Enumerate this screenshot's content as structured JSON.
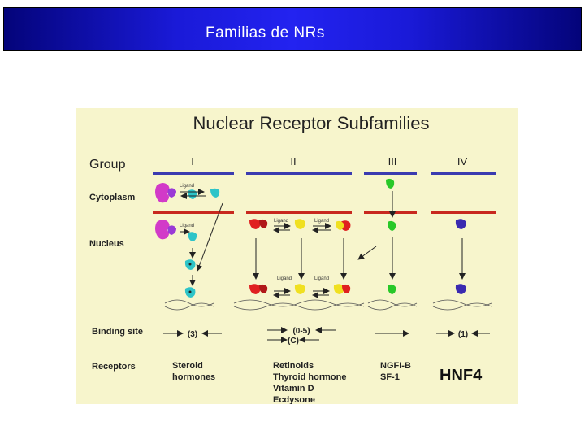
{
  "slide": {
    "title": "Familias de NRs"
  },
  "figure": {
    "title": "Nuclear Receptor Subfamilies",
    "row_labels": {
      "group": "Group",
      "cytoplasm": "Cytoplasm",
      "nucleus": "Nucleus",
      "binding_site": "Binding site",
      "receptors": "Receptors"
    },
    "groups": [
      "I",
      "II",
      "III",
      "IV"
    ],
    "ligand_label": "Ligand",
    "binding_sites": {
      "g1": "(3)",
      "g2a": "(0-5)",
      "g2b": "(C)",
      "g4": "(1)"
    },
    "receptors": {
      "g1": [
        "Steroid",
        "hormones"
      ],
      "g2": [
        "Retinoids",
        "Thyroid hormone",
        "Vitamin D",
        "Ecdysone"
      ],
      "g3": [
        "NGFI-B",
        "SF-1"
      ],
      "g4": "HNF4"
    },
    "colors": {
      "group_bar": "#3b3bb0",
      "membrane": "#c8281e",
      "background": "#f7f5cc"
    }
  }
}
